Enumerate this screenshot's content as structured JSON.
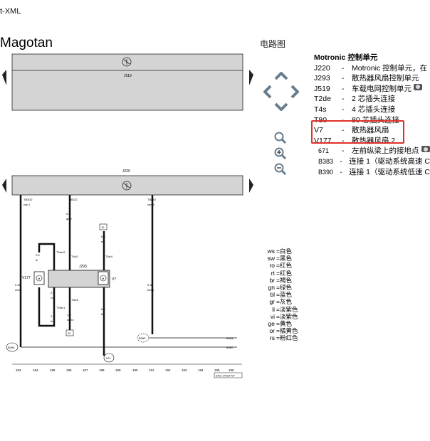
{
  "header": {
    "fragment": "t-XML",
    "brand": "Magotan",
    "diagram_title": "电路图"
  },
  "legend": {
    "heading_code": "Motronic",
    "heading_text": "控制单元",
    "items": [
      {
        "code": "J220",
        "text": "Motronic 控制单元，在",
        "camera": false
      },
      {
        "code": "J293",
        "text": "散热器风扇控制单元",
        "camera": false
      },
      {
        "code": "J519",
        "text": "车载电网控制单元",
        "camera": true
      },
      {
        "code": "T2de",
        "text": "2 芯插头连接",
        "camera": false
      },
      {
        "code": "T4s",
        "text": "4 芯插头连接",
        "camera": false
      },
      {
        "code": "T80",
        "text": "80 芯插头连接",
        "camera": false
      },
      {
        "code": "V7",
        "text": "散热器风扇",
        "camera": false
      },
      {
        "code": "V177",
        "text": "散热器风扇 2",
        "camera": false
      },
      {
        "code": "671",
        "text": "左前纵梁上的接地点",
        "camera": true,
        "small": true
      },
      {
        "code": "B383",
        "text": "连接 1（驱动系统高速 C",
        "camera": false,
        "small": true
      },
      {
        "code": "B390",
        "text": "连接 1（驱动系统低速 C",
        "camera": false,
        "small": true
      }
    ]
  },
  "colors": [
    {
      "k": "ws",
      "v": "白色"
    },
    {
      "k": "sw",
      "v": "黑色"
    },
    {
      "k": "ro",
      "v": "红色"
    },
    {
      "k": "rt",
      "v": "红色"
    },
    {
      "k": "br",
      "v": "褐色"
    },
    {
      "k": "gn",
      "v": "绿色"
    },
    {
      "k": "bl",
      "v": "蓝色"
    },
    {
      "k": "gr",
      "v": "灰色"
    },
    {
      "k": "li",
      "v": "淡紫色"
    },
    {
      "k": "vi",
      "v": "淡紫色"
    },
    {
      "k": "ge",
      "v": "黄色"
    },
    {
      "k": "or",
      "v": "橘黄色"
    },
    {
      "k": "rs",
      "v": "粉红色"
    }
  ],
  "diagram": {
    "unit_top": "J519",
    "unit_mid": "J220",
    "unit_ctrl": "J293",
    "fan1": "V7",
    "fan2": "V177",
    "wire_labels": {
      "w1": "T80/32",
      "w1b": "can-l",
      "w2": "T80/22",
      "w3": "0.5",
      "w3b": "ge/ti",
      "w4": "T80/67",
      "w4b": "can-h",
      "w5": "0.35",
      "w5b": "or/br",
      "w6": "0.35",
      "w6b": "ge/sw",
      "w7": "6.0",
      "w7b": "sw",
      "w8": "2.5",
      "w8b": "br",
      "w9": "2.5",
      "w9b": "br",
      "w10": "2.5",
      "w10b": "ro",
      "w11": "1.0",
      "w11b": "ws/ro",
      "w12": "6.0",
      "w12b": "br",
      "w13": "0.35",
      "w13b": "bl/ws"
    },
    "connectors": [
      "T2de/2",
      "T4s/1",
      "T4s/4",
      "T4s/2",
      "T2de/1"
    ],
    "fuse": "12",
    "fuse2": "20",
    "grounds": [
      "B390",
      "B383",
      "671"
    ],
    "bus_labels": [
      "B383",
      "B390"
    ],
    "ruler": [
      "183",
      "184",
      "185",
      "186",
      "187",
      "188",
      "189",
      "190",
      "191",
      "192",
      "193",
      "194",
      "195",
      "196"
    ],
    "doc_id": "ER2-17010707"
  },
  "nav_icons": [
    "arrow-up-icon",
    "arrow-left-icon",
    "arrow-right-icon",
    "arrow-down-icon",
    "zoom-icon",
    "zoom-in-icon",
    "zoom-out-icon"
  ]
}
